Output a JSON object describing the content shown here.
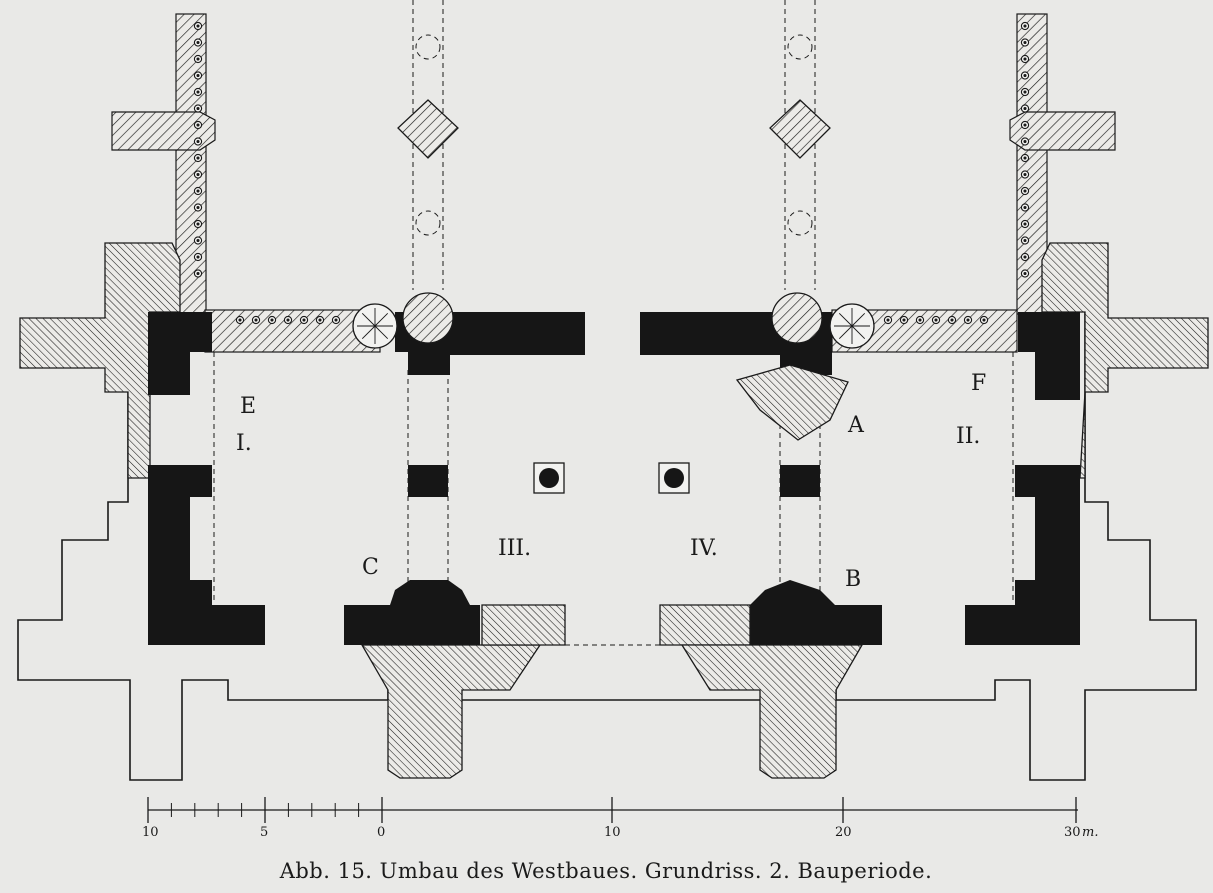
{
  "figure": {
    "caption": "Abb. 15.  Umbau des Westbaues.  Grundriss.  2. Bauperiode."
  },
  "labels": {
    "E": "E",
    "F": "F",
    "I": "I.",
    "II": "II.",
    "III": "III.",
    "IV": "IV.",
    "A": "A",
    "B": "B",
    "C": "C"
  },
  "scale": {
    "ticks": [
      "10",
      "5",
      "0",
      "10",
      "20",
      "30"
    ],
    "unit": "m."
  },
  "colors": {
    "paper": "#e9e9e7",
    "ink": "#1a1a1a",
    "solid_wall": "#161616"
  }
}
